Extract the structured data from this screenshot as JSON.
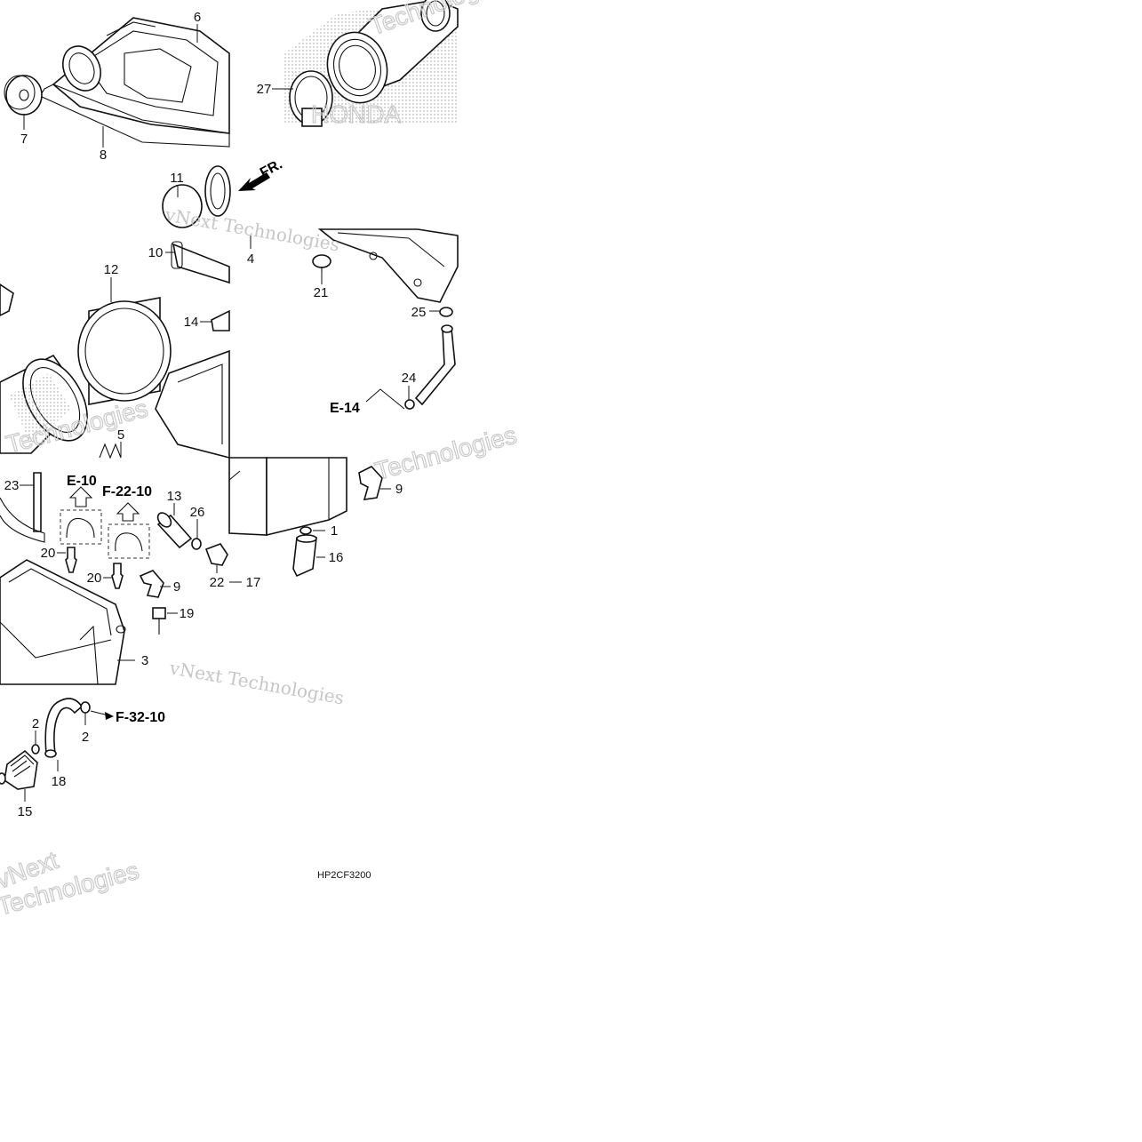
{
  "diagram": {
    "orientation_label": "FR.",
    "drawing_code": "HP2CF3200",
    "watermark_lines": [
      "vNext Technologies",
      "Technologies",
      "vNext",
      "HONDA"
    ],
    "ref_labels": {
      "e10": "E-10",
      "f2210": "F-22-10",
      "e14": "E-14",
      "f3210": "F-32-10"
    },
    "callouts": {
      "c6": "6",
      "c7": "7",
      "c8": "8",
      "c27": "27",
      "c11": "11",
      "c4": "4",
      "c10": "10",
      "c12": "12",
      "c14": "14",
      "c21": "21",
      "c25": "25",
      "c24": "24",
      "c5": "5",
      "c23": "23",
      "c13": "13",
      "c26": "26",
      "c9a": "9",
      "c9b": "9",
      "c1": "1",
      "c16": "16",
      "c20a": "20",
      "c20b": "20",
      "c22": "22",
      "c17": "17",
      "c19": "19",
      "c3": "3",
      "c2a": "2",
      "c2b": "2",
      "c18": "18",
      "c15": "15"
    }
  }
}
